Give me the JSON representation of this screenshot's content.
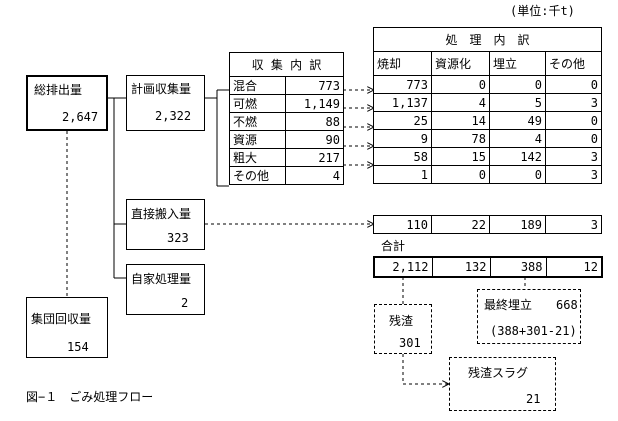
{
  "unit": "(単位:千t)",
  "total": {
    "label": "総排出量",
    "value": "2,647"
  },
  "planned": {
    "label": "計画収集量",
    "value": "2,322"
  },
  "direct": {
    "label": "直接搬入量",
    "value": "323"
  },
  "self": {
    "label": "自家処理量",
    "value": "2"
  },
  "group": {
    "label": "集団回収量",
    "value": "154"
  },
  "collection_header": "収 集 内 訳",
  "collection_rows": [
    {
      "label": "混合",
      "value": "773"
    },
    {
      "label": "可燃",
      "value": "1,149"
    },
    {
      "label": "不燃",
      "value": "88"
    },
    {
      "label": "資源",
      "value": "90"
    },
    {
      "label": "粗大",
      "value": "217"
    },
    {
      "label": "その他",
      "value": "4"
    }
  ],
  "treatment_header": "処　理　内　訳",
  "treatment_columns": [
    "焼却",
    "資源化",
    "埋立",
    "その他"
  ],
  "treatment_rows": [
    [
      "773",
      "0",
      "0",
      "0"
    ],
    [
      "1,137",
      "4",
      "5",
      "3"
    ],
    [
      "25",
      "14",
      "49",
      "0"
    ],
    [
      "9",
      "78",
      "4",
      "0"
    ],
    [
      "58",
      "15",
      "142",
      "3"
    ],
    [
      "1",
      "0",
      "0",
      "3"
    ]
  ],
  "direct_row": [
    "110",
    "22",
    "189",
    "3"
  ],
  "sum_label": "合計",
  "sum_row": [
    "2,112",
    "132",
    "388",
    "12"
  ],
  "final": {
    "label": "最終埋立",
    "value": "668",
    "formula": "(388+301-21)"
  },
  "residue": {
    "label": "残渣",
    "value": "301"
  },
  "slag": {
    "label": "残渣スラグ",
    "value": "21"
  },
  "caption": "図−１　ごみ処理フロー"
}
